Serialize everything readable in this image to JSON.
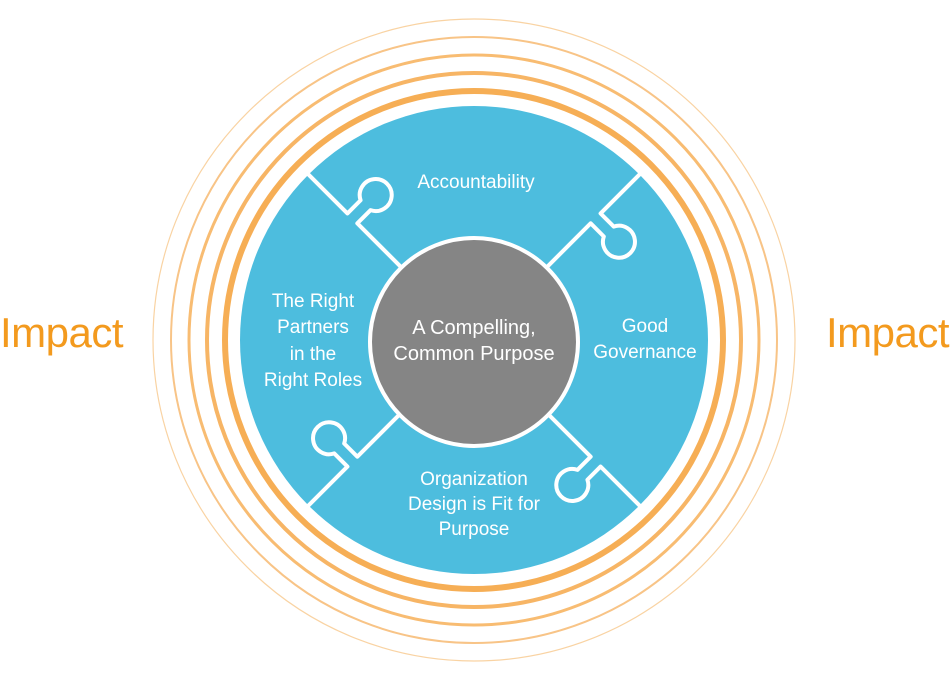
{
  "diagram": {
    "title": "Collaboration Framework",
    "center": {
      "lines": [
        "A Compelling,",
        "Common Purpose"
      ]
    },
    "pieces": [
      {
        "id": "top",
        "lines": [
          "Accountability"
        ]
      },
      {
        "id": "right",
        "lines": [
          "Good",
          "Governance"
        ]
      },
      {
        "id": "bottom",
        "lines": [
          "Organization",
          "Design is Fit for",
          "Purpose"
        ]
      },
      {
        "id": "left",
        "lines": [
          "The Right",
          "Partners",
          "in the",
          "Right Roles"
        ]
      }
    ],
    "outer_label_left": "Impact",
    "outer_label_right": "Impact",
    "ring_count": 5
  },
  "colors": {
    "puzzle_blue": "#4DBDDE",
    "center_grey": "#858585",
    "ring_orange": "#F7B15A",
    "impact_orange": "#F39A1E",
    "divider_white": "#FFFFFF"
  }
}
